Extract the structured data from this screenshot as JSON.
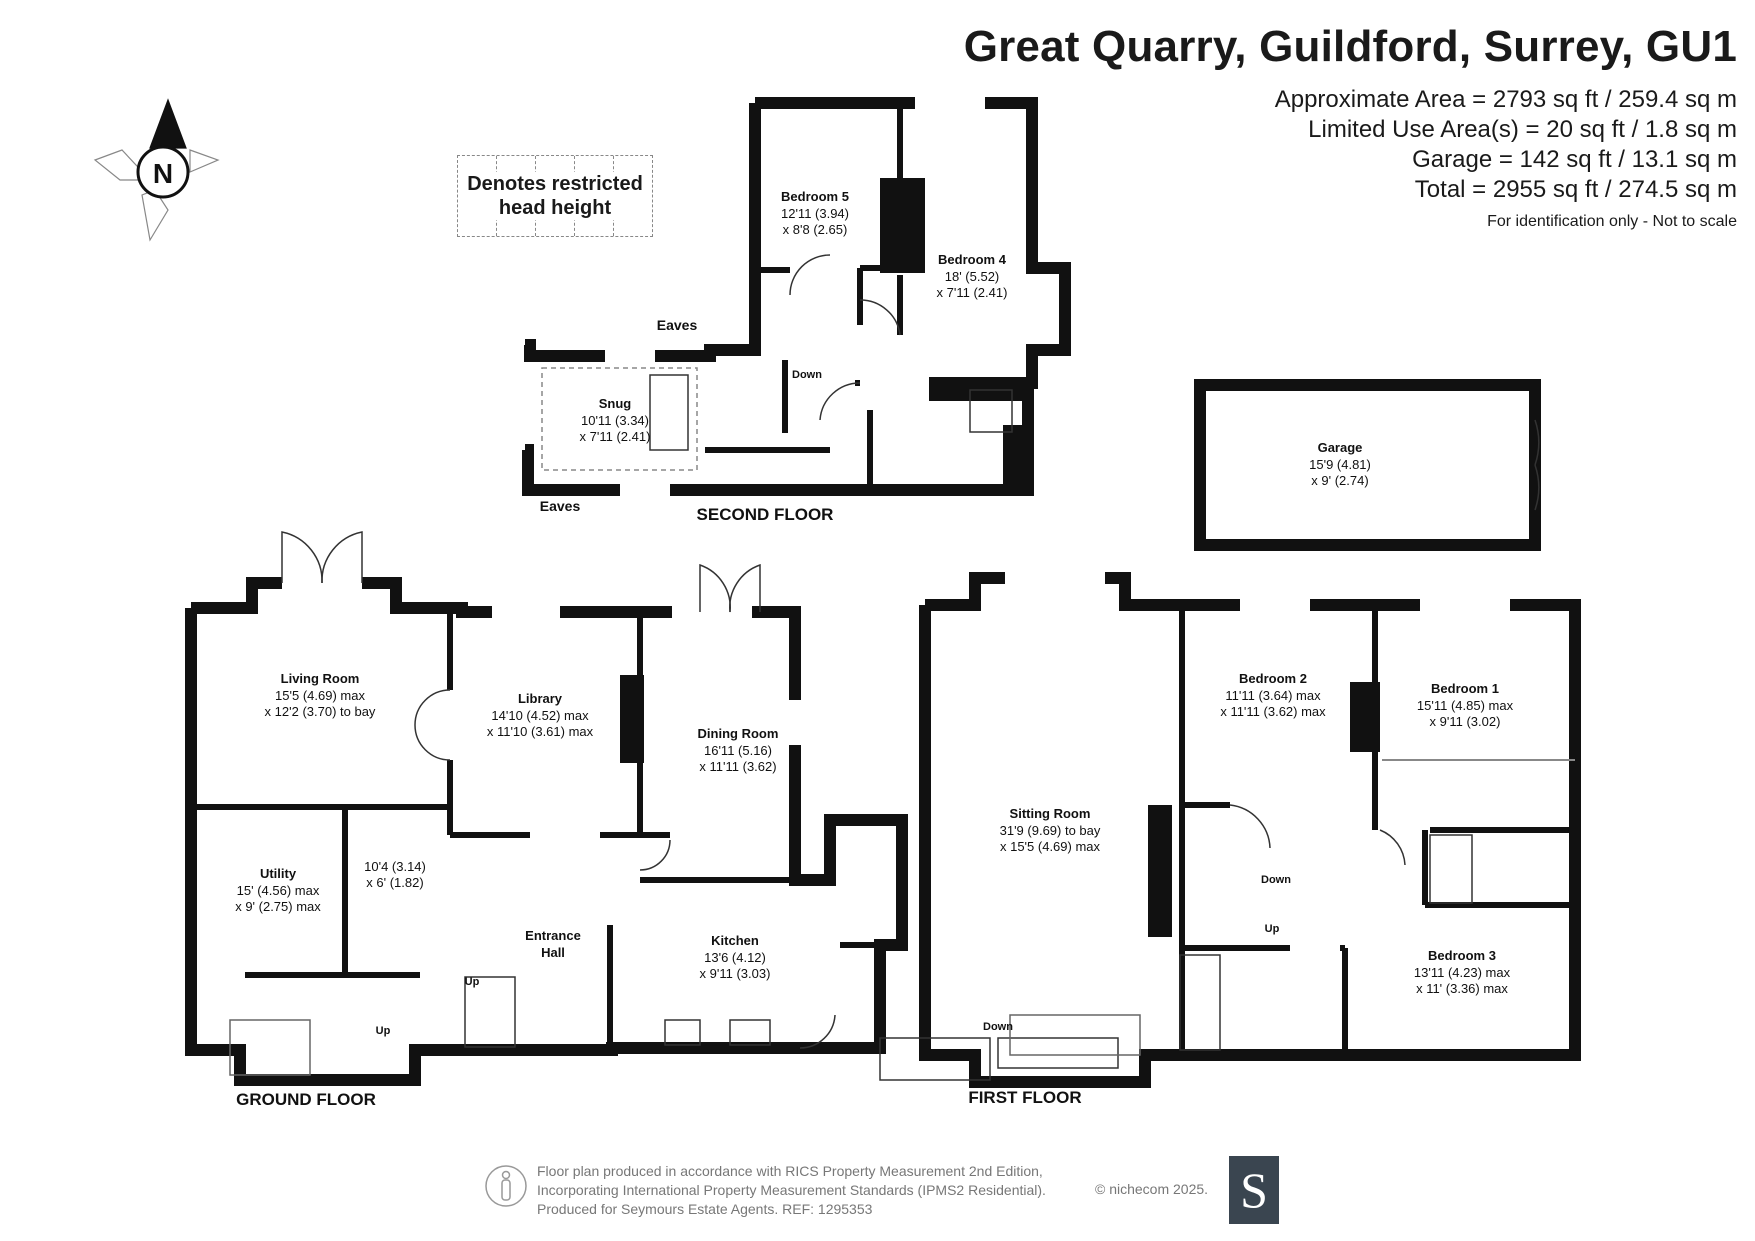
{
  "header": {
    "title": "Great Quarry, Guildford, Surrey, GU1",
    "area_lines": [
      "Approximate Area = 2793 sq ft / 259.4 sq m",
      "Limited Use Area(s) = 20 sq ft / 1.8 sq m",
      "Garage = 142 sq ft / 13.1 sq m",
      "Total = 2955 sq ft / 274.5 sq m"
    ],
    "note": "For identification only - Not to scale"
  },
  "compass": {
    "label": "N"
  },
  "legend": {
    "line1": "Denotes restricted",
    "line2": "head height"
  },
  "floors": {
    "ground": "GROUND FLOOR",
    "first": "FIRST FLOOR",
    "second": "SECOND FLOOR"
  },
  "rooms": {
    "living": {
      "name": "Living Room",
      "dim1": "15'5 (4.69) max",
      "dim2": "x 12'2 (3.70) to bay"
    },
    "library": {
      "name": "Library",
      "dim1": "14'10 (4.52) max",
      "dim2": "x 11'10 (3.61) max"
    },
    "dining": {
      "name": "Dining Room",
      "dim1": "16'11 (5.16)",
      "dim2": "x 11'11 (3.62)"
    },
    "utility": {
      "name": "Utility",
      "dim1": "15' (4.56) max",
      "dim2": "x 9' (2.75) max"
    },
    "store": {
      "dim1": "10'4 (3.14)",
      "dim2": "x 6' (1.82)"
    },
    "entrance": {
      "name1": "Entrance",
      "name2": "Hall"
    },
    "kitchen": {
      "name": "Kitchen",
      "dim1": "13'6 (4.12)",
      "dim2": "x 9'11 (3.03)"
    },
    "sitting": {
      "name": "Sitting Room",
      "dim1": "31'9 (9.69) to bay",
      "dim2": "x 15'5 (4.69) max"
    },
    "bedroom2": {
      "name": "Bedroom 2",
      "dim1": "11'11 (3.64) max",
      "dim2": "x 11'11 (3.62) max"
    },
    "bedroom1": {
      "name": "Bedroom 1",
      "dim1": "15'11 (4.85) max",
      "dim2": "x 9'11 (3.02)"
    },
    "bedroom3": {
      "name": "Bedroom 3",
      "dim1": "13'11 (4.23) max",
      "dim2": "x 11' (3.36) max"
    },
    "bedroom5": {
      "name": "Bedroom 5",
      "dim1": "12'11 (3.94)",
      "dim2": "x 8'8 (2.65)"
    },
    "bedroom4": {
      "name": "Bedroom 4",
      "dim1": "18' (5.52)",
      "dim2": "x 7'11 (2.41)"
    },
    "snug": {
      "name": "Snug",
      "dim1": "10'11 (3.34)",
      "dim2": "x 7'11 (2.41)"
    },
    "garage": {
      "name": "Garage",
      "dim1": "15'9 (4.81)",
      "dim2": "x 9' (2.74)"
    }
  },
  "stair_labels": {
    "up": "Up",
    "down": "Down"
  },
  "eaves_label": "Eaves",
  "footer": {
    "line1": "Floor plan produced in accordance with RICS Property Measurement 2nd Edition,",
    "line2": "Incorporating International Property Measurement Standards (IPMS2 Residential).",
    "line3": "Produced for Seymours Estate Agents.   REF: 1295353",
    "copyright": "© nichecom 2025.",
    "logo": "S"
  }
}
